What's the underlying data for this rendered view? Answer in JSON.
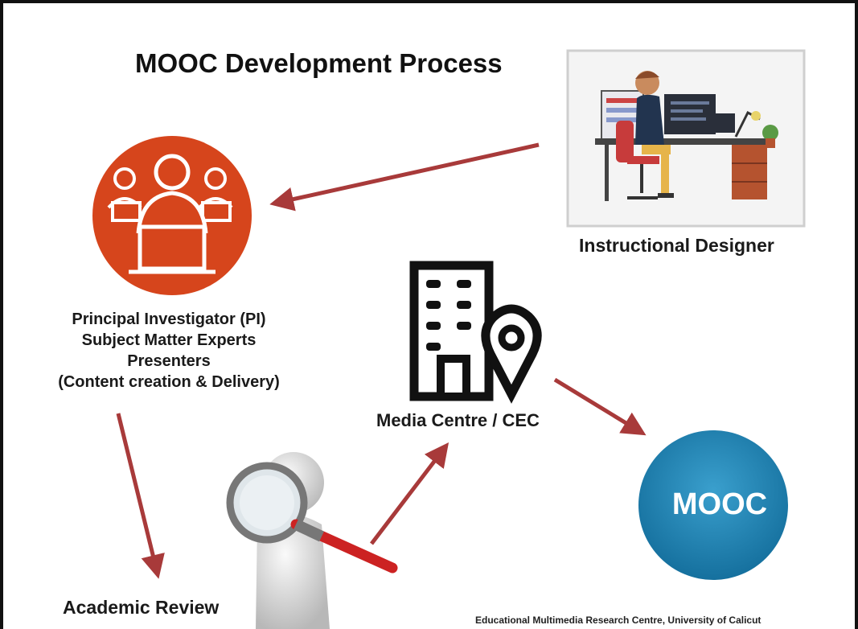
{
  "title": "MOOC Development Process",
  "nodes": {
    "instructional_designer": "Instructional Designer",
    "principal_investigator": [
      "Principal Investigator (PI)",
      "Subject Matter Experts",
      "Presenters",
      "(Content creation & Delivery)"
    ],
    "media_centre": "Media Centre / CEC",
    "academic_review": "Academic Review",
    "mooc": "MOOC"
  },
  "credit": "Educational Multimedia Research Centre,  University of Calicut",
  "colors": {
    "arrow": "#a83a3a",
    "pi_circle": "#d6451c",
    "mooc_circle": "#1f83b3"
  },
  "icons": [
    "designer-illustration-icon",
    "team-laptop-icon",
    "building-location-icon",
    "magnifier-figure-icon"
  ]
}
